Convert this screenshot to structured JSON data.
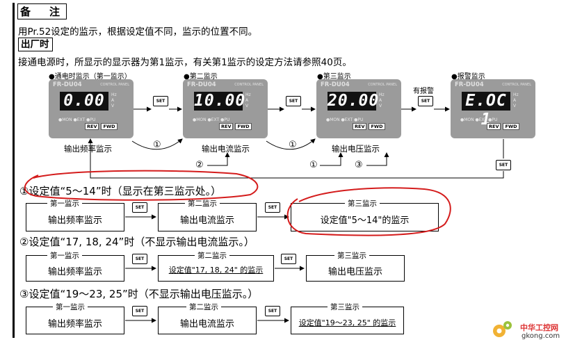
{
  "header": {
    "title": "备　注"
  },
  "paragraphs": {
    "intro": "用Pr.52设定的监示，根据设定值不同，监示的位置不同。",
    "factory_title": "出厂时",
    "factory_text": "接通电源时，所显示的显示器为第1监示，有关第1监示的设定方法请参照40页。"
  },
  "diagram": {
    "captions": [
      "●通电时监示（第一监示）",
      "●第二监示",
      "●第三监示",
      "●报警监示"
    ],
    "panel_model": "FR-DU04",
    "panel_control": "CONTROL PANEL",
    "panels": [
      "0.00",
      "10.00",
      "20.00",
      "E.OC 1"
    ],
    "unit_labels": [
      "Hz",
      "A",
      "V"
    ],
    "indicators": "●MON ●EXT ●PU",
    "rev": "REV",
    "fwd": "FWD",
    "set_label": "SET",
    "alarm_label": "有报警",
    "monitor_labels": [
      "输出频率监示",
      "输出电流监示",
      "输出电压监示"
    ],
    "circles": [
      "①",
      "①",
      "②",
      "①",
      "③"
    ]
  },
  "settings": [
    {
      "title": "①设定值“5～14”时（显示在第三监示处。）",
      "boxes": [
        {
          "label": "第一监示",
          "value": "输出频率监示"
        },
        {
          "label": "第二监示",
          "value": "输出电流监示"
        },
        {
          "label": "第三监示",
          "value": "设定值\"5～14\"的监示"
        }
      ]
    },
    {
      "title": "②设定值“17, 18, 24”时（不显示输出电流监示。）",
      "boxes": [
        {
          "label": "第一监示",
          "value": "输出频率监示"
        },
        {
          "label": "第二监示",
          "value": "设定值\"17, 18, 24\" 的监示"
        },
        {
          "label": "第三监示",
          "value": "输出电压监示"
        }
      ]
    },
    {
      "title": "③设定值“19～23, 25”时（不显示输出电压监示。）",
      "boxes": [
        {
          "label": "第一监示",
          "value": "输出频率监示"
        },
        {
          "label": "第二监示",
          "value": "输出电流监示"
        },
        {
          "label": "第三监示",
          "value": "设定值\"19～23, 25\" 的监示"
        }
      ]
    }
  ],
  "watermark": {
    "name": "中华工控网",
    "url": "gkong.com"
  },
  "colors": {
    "annotation_red": "#d41c1c",
    "panel_gray": "#9b9b9b"
  }
}
